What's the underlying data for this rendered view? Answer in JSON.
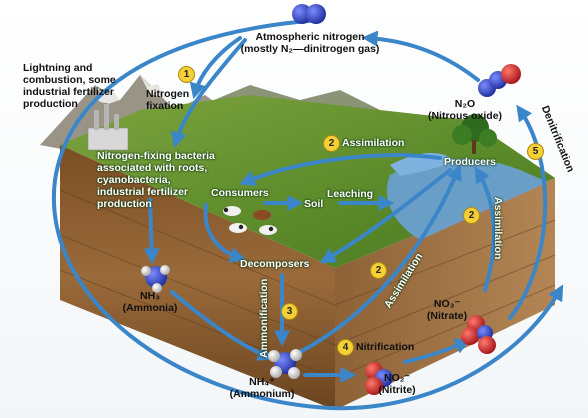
{
  "title": {
    "line1": "Atmospheric nitrogen",
    "line2": "(mostly N₂—dinitrogen gas)"
  },
  "sources": {
    "line1": "Lightning and",
    "line2": "combustion, some",
    "line3": "industrial fertilizer",
    "line4": "production"
  },
  "nitrogen_fixation": {
    "line1": "Nitrogen",
    "line2": "fixation"
  },
  "fixing_bacteria": {
    "line1": "Nitrogen-fixing bacteria",
    "line2": "associated with roots,",
    "line3": "cyanobacteria,",
    "line4": "industrial fertilizer",
    "line5": "production"
  },
  "nitrous_oxide": {
    "formula": "N₂O",
    "name": "(Nitrous oxide)"
  },
  "denitrification": "Denitrification",
  "assimilation_top": "Assimilation",
  "assimilation_right": "Assimilation",
  "assimilation_center": "Assimilation",
  "producers": "Producers",
  "consumers": "Consumers",
  "soil": "Soil",
  "leaching": "Leaching",
  "decomposers": "Decomposers",
  "ammonification": "Ammonification",
  "ammonia": {
    "formula": "NH₃",
    "name": "(Ammonia)"
  },
  "ammonium": {
    "formula": "NH₄⁺",
    "name": "(Ammonium)"
  },
  "nitrification": "Nitrification",
  "nitrite": {
    "formula": "NO₂⁻",
    "name": "(Nitrite)"
  },
  "nitrate": {
    "formula": "NO₃⁻",
    "name": "(Nitrate)"
  },
  "steps": {
    "s1": "1",
    "s2a": "2",
    "s2b": "2",
    "s2c": "2",
    "s3": "3",
    "s4": "4",
    "s5": "5"
  },
  "colors": {
    "arrow": "#3b86c9",
    "step_badge": "#f4cf35",
    "nitrogen_atom": "#2a3fbf",
    "oxygen_atom": "#d12a2a",
    "hydrogen_atom": "#dcdcdc",
    "grass": "#5e8f2c",
    "soil": "#8a5a2a",
    "water": "#6a9fd0"
  }
}
